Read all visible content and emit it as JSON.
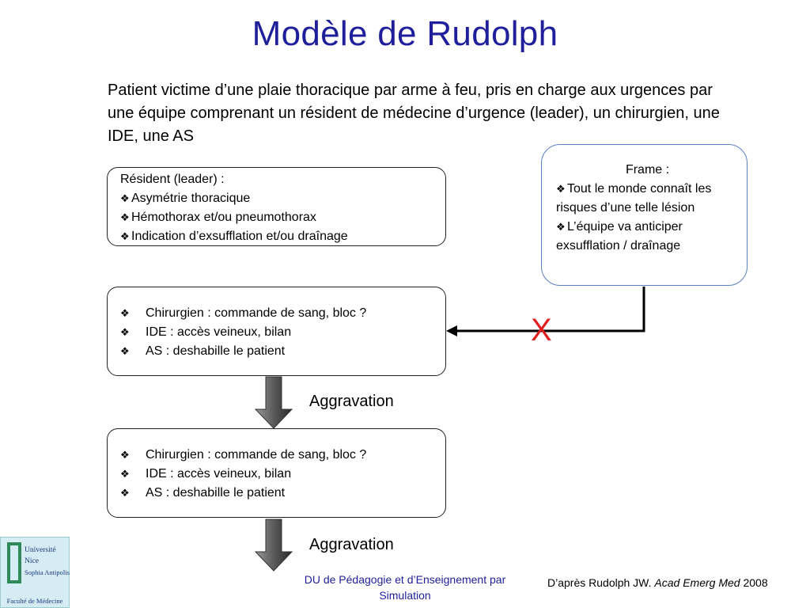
{
  "title": "Modèle de Rudolph",
  "intro": "Patient victime d’une plaie thoracique par arme à feu, pris en charge aux urgences par une équipe comprenant un résident de médecine d’urgence (leader), un chirurgien, une IDE, une AS",
  "resident_box": {
    "heading": "Résident (leader) :",
    "items": [
      "Asymétrie thoracique",
      "Hémothorax et/ou pneumothorax",
      "Indication d’exsufflation et/ou draînage"
    ]
  },
  "frame_box": {
    "heading": "Frame :",
    "items": [
      "Tout le monde connaît les risques d’une telle lésion",
      "L’équipe va anticiper exsufflation / draînage"
    ]
  },
  "team_box_1": {
    "items": [
      "Chirurgien : commande de sang, bloc ?",
      "IDE : accès veineux, bilan",
      "AS : deshabille le patient"
    ]
  },
  "team_box_2": {
    "items": [
      "Chirurgien : commande de sang, bloc ?",
      "IDE : accès veineux, bilan",
      "AS : deshabille le patient"
    ]
  },
  "aggravation_1": "Aggravation",
  "aggravation_2": "Aggravation",
  "blocked_mark": "X",
  "bullet_glyph": "❖",
  "footer_center": "DU de Pédagogie et d’Enseignement par Simulation",
  "reference": {
    "prefix": "D’après Rudolph JW.",
    "journal": "Acad Emerg Med",
    "year": "2008"
  },
  "logo": {
    "lines": [
      "Université",
      "Nice",
      "Sophia Antipolis"
    ],
    "footer": "Faculté de Médecine"
  },
  "colors": {
    "title": "#1f1f9c",
    "x_mark": "#e02020",
    "frame_border": "#5b7fc0"
  }
}
